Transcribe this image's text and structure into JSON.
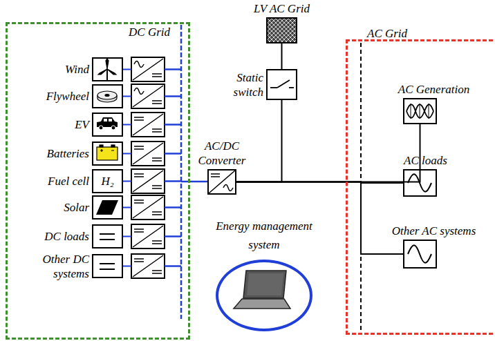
{
  "diagram": {
    "nodes": [
      {
        "text": [
          "DC Grid"
        ]
      },
      {
        "text": [
          "Wind"
        ],
        "in": 0
      },
      {
        "text": [
          "Flywheel"
        ],
        "in": 0
      },
      {
        "text": [
          "EV"
        ],
        "in": 0
      },
      {
        "text": [
          "Batteries"
        ],
        "in": 0
      },
      {
        "text": [
          "Fuel cell",
          "H₂"
        ],
        "in": 0
      },
      {
        "text": [
          "Solar"
        ],
        "in": 0
      },
      {
        "text": [
          "DC loads"
        ],
        "in": 0
      },
      {
        "text": [
          "Other DC systems"
        ],
        "in": 0
      },
      {
        "text": [
          "LV AC Grid"
        ]
      },
      {
        "text": [
          "Static switch"
        ]
      },
      {
        "text": [
          "AC/DC Converter"
        ]
      },
      {
        "text": [
          "Energy management system"
        ]
      },
      {
        "text": [
          "AC Grid"
        ]
      },
      {
        "text": [
          "AC Generation"
        ],
        "in": 13
      },
      {
        "text": [
          "AC loads"
        ],
        "in": 13
      },
      {
        "text": [
          "Other AC systems"
        ],
        "in": 13
      }
    ],
    "edges": [
      {
        "from": 10,
        "to": 9,
        "arrow": "none"
      },
      {
        "from": 11,
        "to": 10,
        "arrow": "none"
      },
      {
        "from": 11,
        "to": 14,
        "arrow": "none"
      },
      {
        "from": 11,
        "to": 15,
        "arrow": "none"
      },
      {
        "from": 11,
        "to": 16,
        "arrow": "none"
      }
    ]
  }
}
